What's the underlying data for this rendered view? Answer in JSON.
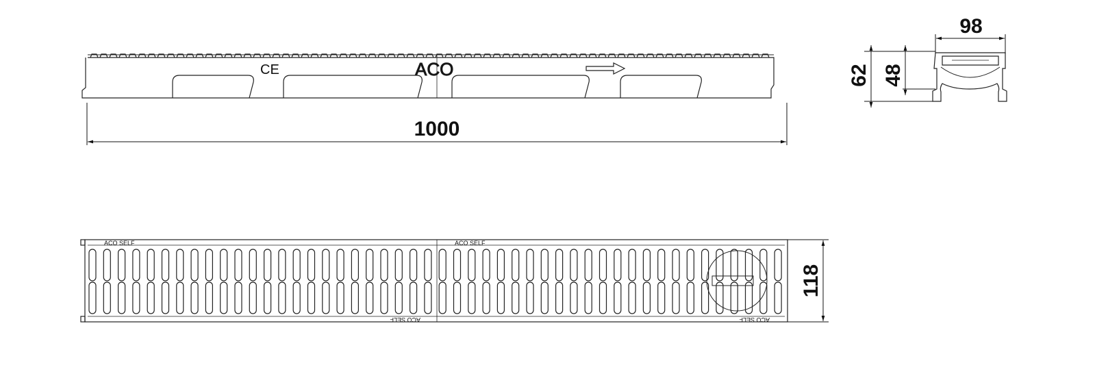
{
  "drawing": {
    "side_view": {
      "length_label": "1000",
      "brand_mark": "ACO",
      "ce_mark": "CE"
    },
    "end_view": {
      "width_label": "98",
      "total_height_label": "62",
      "inner_height_label": "48"
    },
    "top_view": {
      "width_label": "118",
      "grate_text_1": "ACO SELF",
      "grate_text_2": "ACO SELF",
      "grate_text_3": "ACO SELF",
      "grate_text_4": "ACO SELF"
    }
  }
}
